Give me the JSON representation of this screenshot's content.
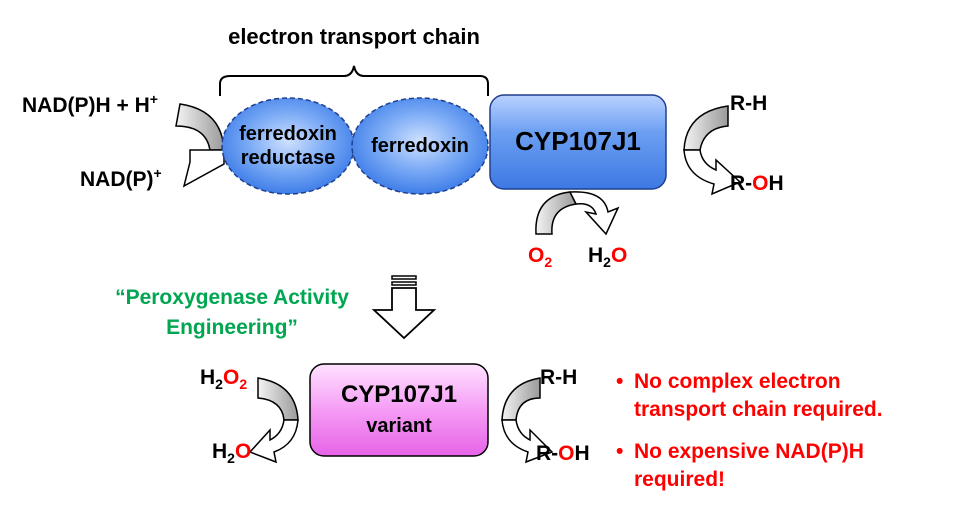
{
  "electron_transport_chain": "electron transport chain",
  "nadph_in": {
    "main": "NAD(P)H + H",
    "sup": "+"
  },
  "nadp_out": {
    "main": "NAD(P)",
    "sup": "+"
  },
  "ferredoxin_reductase": {
    "line1": "ferredoxin",
    "line2": "reductase"
  },
  "ferredoxin": "ferredoxin",
  "cyp": "CYP107J1",
  "rh_top": "R-H",
  "roh_top": {
    "r": "R-",
    "o": "O",
    "h": "H"
  },
  "o2": {
    "o": "O",
    "sub": "2"
  },
  "h2o_top": {
    "h": "H",
    "sub": "2",
    "o": "O"
  },
  "engineering": {
    "line1": "“Peroxygenase Activity",
    "line2": "Engineering”"
  },
  "h2o2": {
    "h": "H",
    "sub1": "2",
    "o": "O",
    "sub2": "2"
  },
  "h2o_bottom": {
    "h": "H",
    "sub": "2",
    "o": "O"
  },
  "variant": {
    "line1": "CYP107J1",
    "line2": "variant"
  },
  "rh_bottom": "R-H",
  "roh_bottom": {
    "r": "R-",
    "o": "O",
    "h": "H"
  },
  "bullets": [
    {
      "dot": "•",
      "text": "No complex electron\ntransport chain required."
    },
    {
      "dot": "•",
      "text": "No expensive NAD(P)H\nrequired!"
    }
  ],
  "colors": {
    "blue_fill": "#4d8ff0",
    "pink_fill": "#f280f2",
    "accent_red": "#ff0000",
    "accent_green": "#00a650"
  }
}
